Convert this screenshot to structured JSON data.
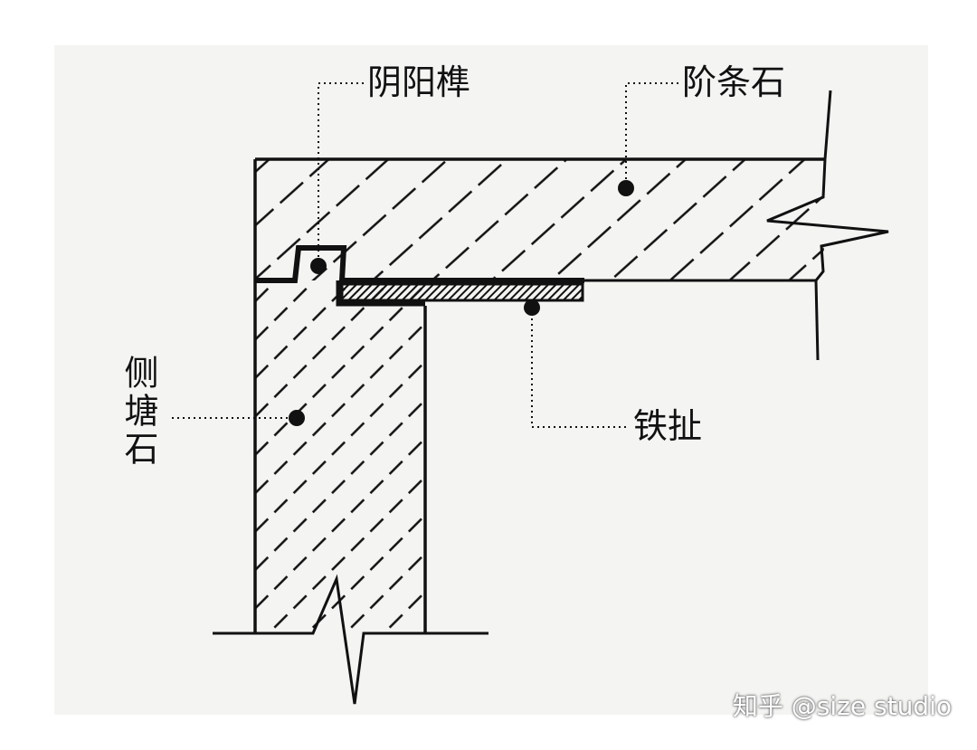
{
  "labels": {
    "yinyang_tenon": "阴阳榫",
    "step_stone": "阶条石",
    "side_stone": "侧塘石",
    "iron_clamp": "铁扯"
  },
  "watermark": "知乎 @size studio",
  "colors": {
    "ink": "#111111",
    "paper": "#f4f4f2",
    "frame": "#ffffff"
  }
}
